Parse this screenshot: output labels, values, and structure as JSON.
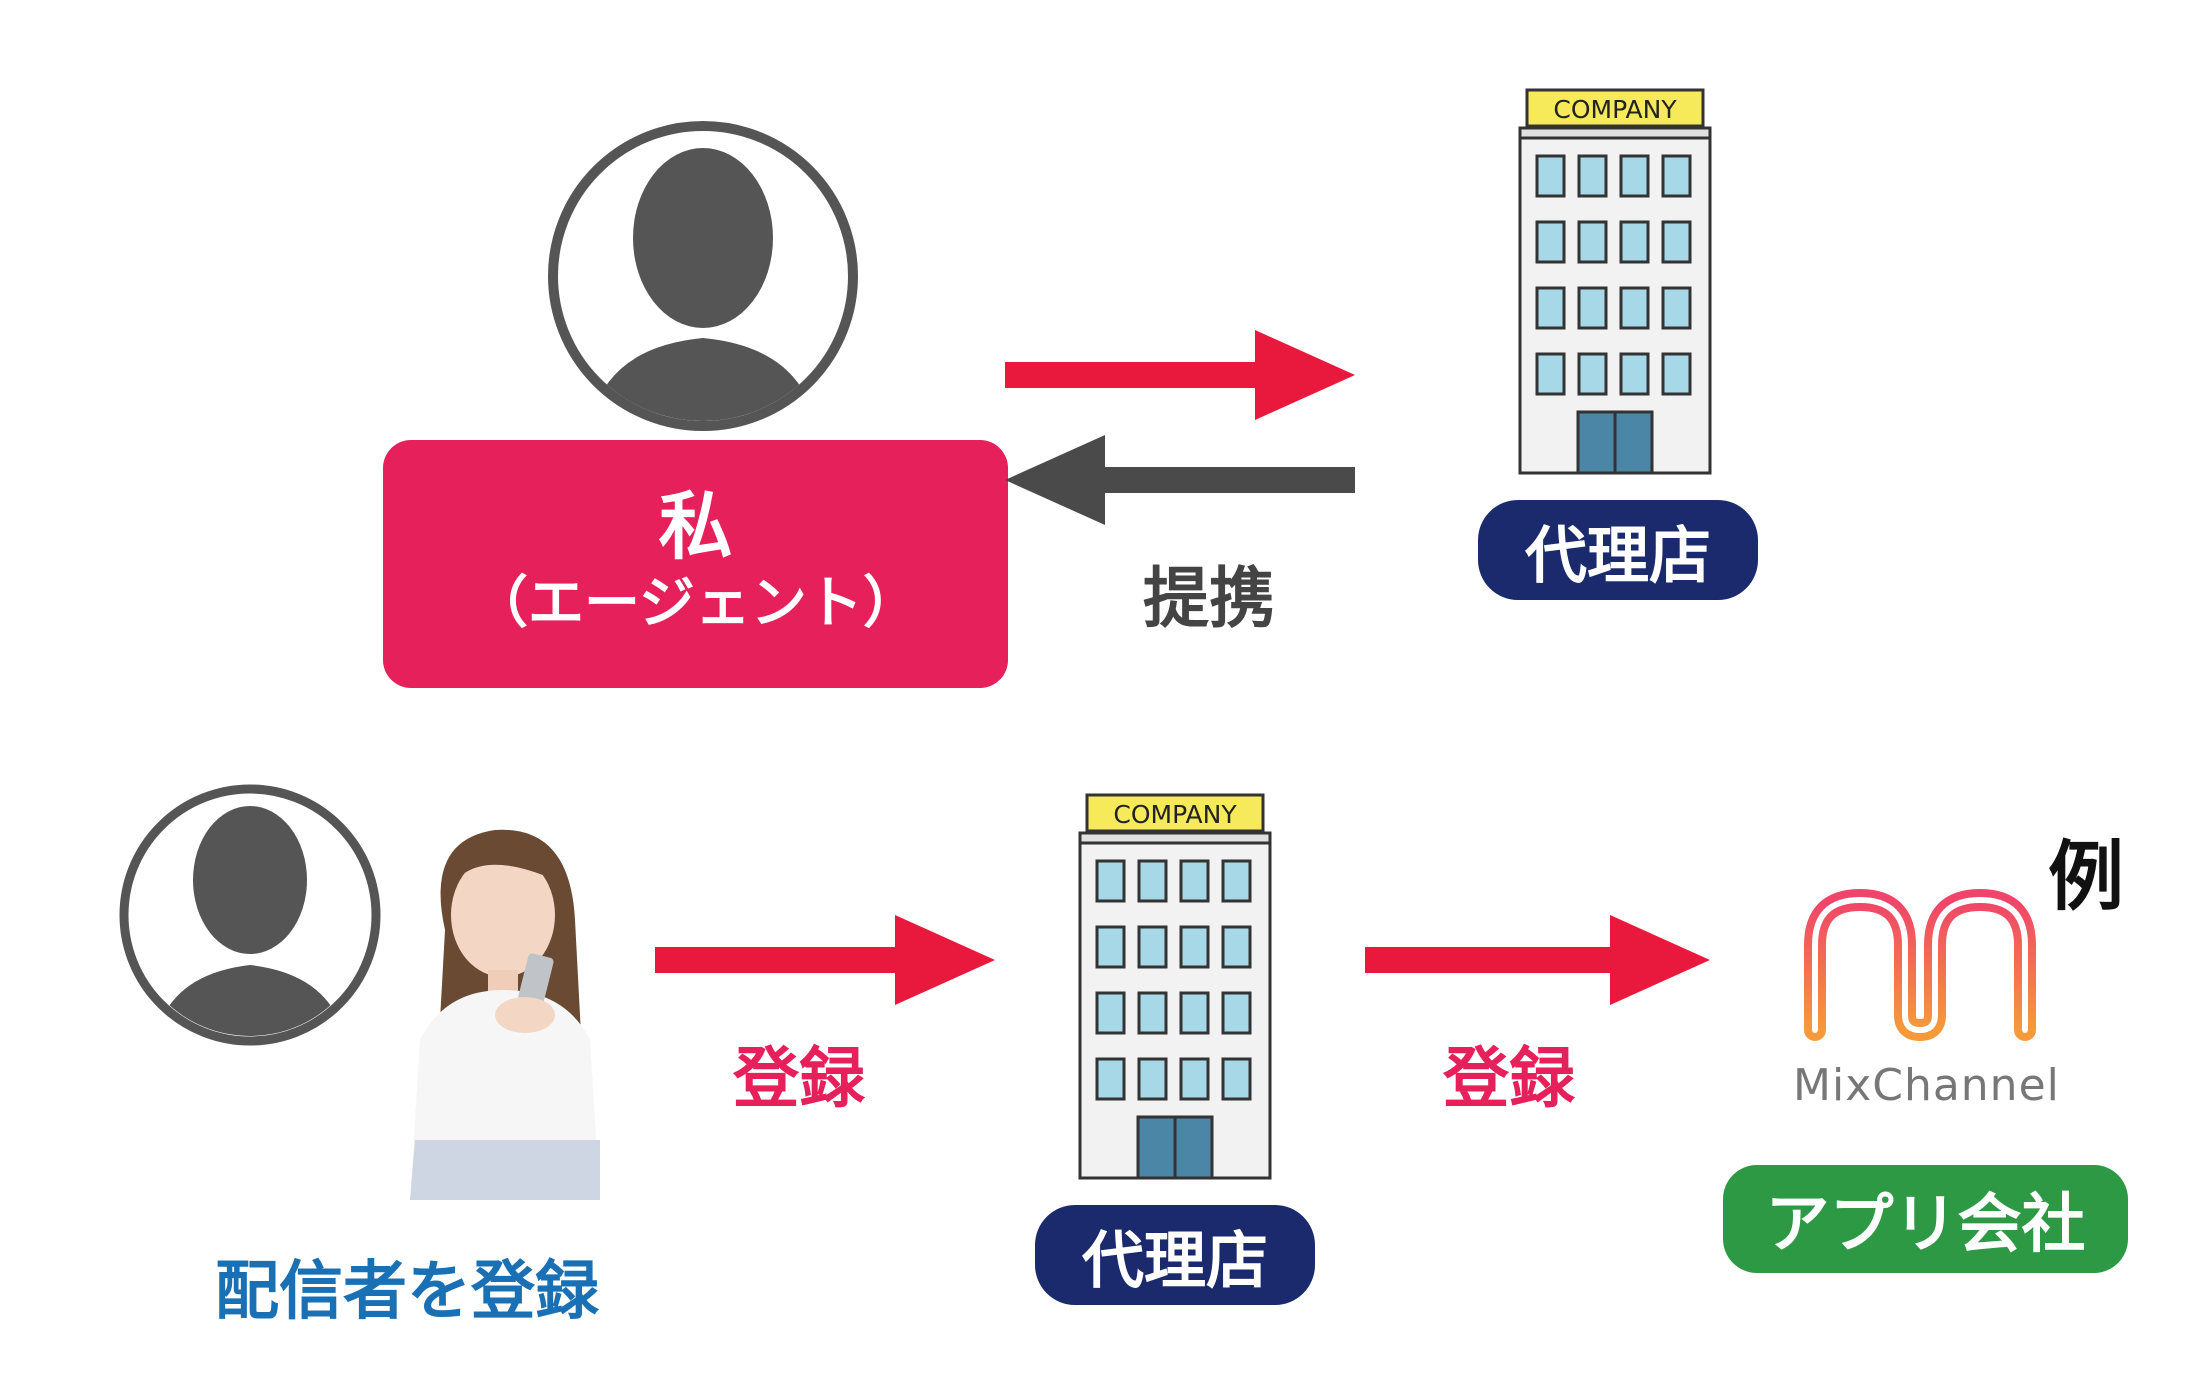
{
  "agent": {
    "name": "私",
    "role": "（エージェント）"
  },
  "top": {
    "partnership_label": "提携",
    "agency_label": "代理店",
    "building_sign": "COMPANY"
  },
  "bottom": {
    "register_distributor_label": "配信者を登録",
    "register_label_1": "登録",
    "register_label_2": "登録",
    "agency_label": "代理店",
    "building_sign": "COMPANY",
    "app_logo_text": "MixChannel",
    "app_company_label": "アプリ会社",
    "example_label": "例"
  },
  "colors": {
    "agent_red": "#e6205a",
    "arrow_red": "#e8193c",
    "arrow_gray": "#4a4a4a",
    "agency_navy": "#1a2a6c",
    "app_green": "#2e9944",
    "distributor_blue": "#1a70b5",
    "register_pink": "#e6205a",
    "avatar_gray": "#555555",
    "window_blue": "#a7d8e8"
  }
}
